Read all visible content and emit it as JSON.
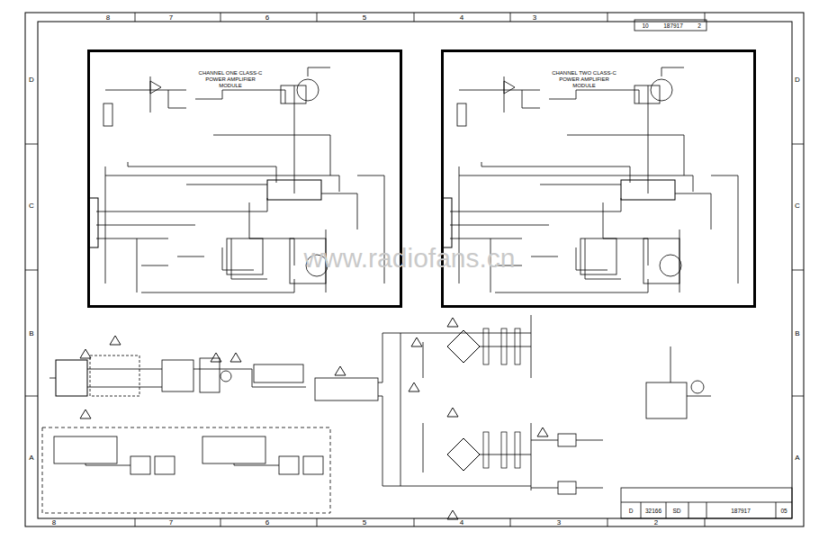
{
  "diagram": {
    "nodes": [
      {
        "text": [
          "CHANNEL ONE CLASS-C POWER AMPLIFIER MODULE"
        ]
      },
      {
        "text": [
          "CHANNEL TWO CLASS-C POWER AMPLIFIER MODULE"
        ]
      }
    ],
    "labels": [
      "8",
      "7",
      "6",
      "5",
      "4",
      "3",
      "8",
      "7",
      "6",
      "5",
      "4",
      "3",
      "2",
      "D",
      "C",
      "B",
      "A",
      "D",
      "C",
      "B",
      "A",
      "10",
      "187917",
      "2",
      "D",
      "32166",
      "SD",
      "187917",
      "05",
      "www.radiofans.cn"
    ]
  }
}
